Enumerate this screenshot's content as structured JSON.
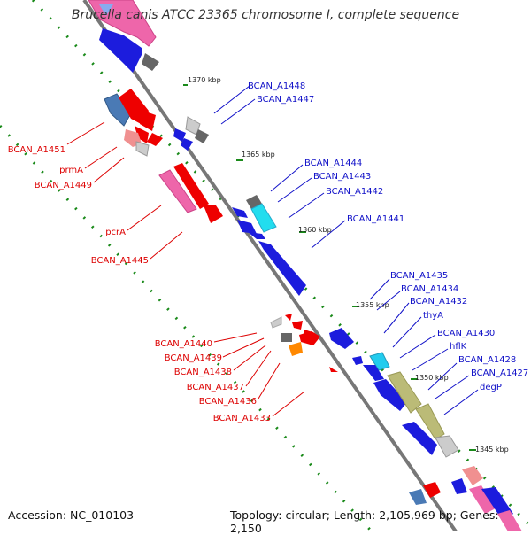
{
  "title": "Brucella canis ATCC 23365 chromosome I, complete sequence",
  "accession": "Accession: NC_010103",
  "topology": "Topology: circular; Length: 2,105,969 bp; Genes: 2,150",
  "colors": {
    "forward_label": "#1010c8",
    "reverse_label": "#dd0000",
    "backbone": "#888888",
    "gc_dots": "#1a8a1a"
  },
  "kbp_ticks": [
    "1370 kbp",
    "1365 kbp",
    "1360 kbp",
    "1355 kbp",
    "1350 kbp",
    "1345 kbp"
  ],
  "forward_genes": [
    "BCAN_A1448",
    "BCAN_A1447",
    "BCAN_A1444",
    "BCAN_A1443",
    "BCAN_A1442",
    "BCAN_A1441",
    "BCAN_A1435",
    "BCAN_A1434",
    "BCAN_A1432",
    "thyA",
    "BCAN_A1430",
    "hflK",
    "BCAN_A1428",
    "BCAN_A1427",
    "degP"
  ],
  "reverse_genes": [
    "BCAN_A1451",
    "prmA",
    "BCAN_A1449",
    "pcrA",
    "BCAN_A1445",
    "BCAN_A1440",
    "BCAN_A1439",
    "BCAN_A1438",
    "BCAN_A1437",
    "BCAN_A1436",
    "BCAN_A1433"
  ]
}
